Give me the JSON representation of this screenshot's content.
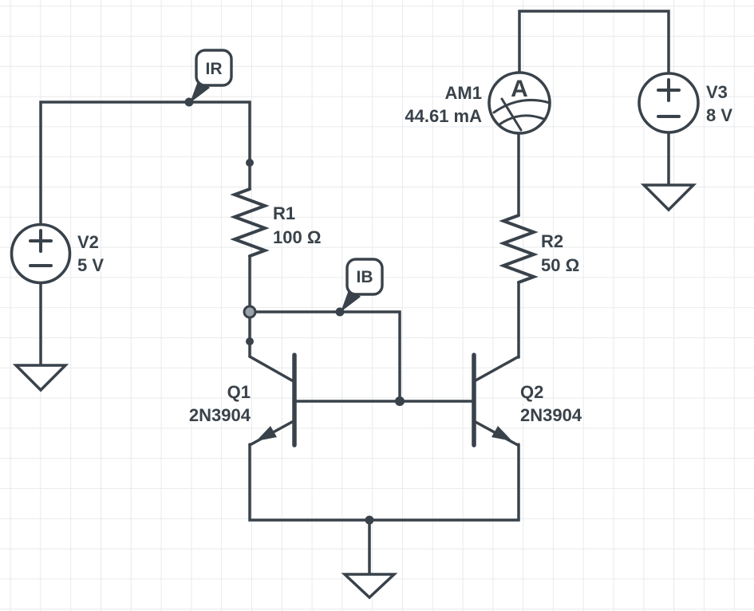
{
  "canvas": {
    "background_color": "#ffffff",
    "grid_color": "#e8eaec",
    "stroke_color": "#39424a",
    "node_fill_color": "#9aa1a8"
  },
  "components": {
    "v2": {
      "ref": "V2",
      "value": "5 V"
    },
    "r1": {
      "ref": "R1",
      "value": "100 Ω"
    },
    "q1": {
      "ref": "Q1",
      "value": "2N3904"
    },
    "q2": {
      "ref": "Q2",
      "value": "2N3904"
    },
    "r2": {
      "ref": "R2",
      "value": "50 Ω"
    },
    "am1": {
      "ref": "AM1",
      "value": "44.61 mA",
      "meter_letter": "A"
    },
    "v3": {
      "ref": "V3",
      "value": "8 V"
    }
  },
  "probes": {
    "ir": {
      "label": "IR"
    },
    "ib": {
      "label": "IB"
    }
  }
}
